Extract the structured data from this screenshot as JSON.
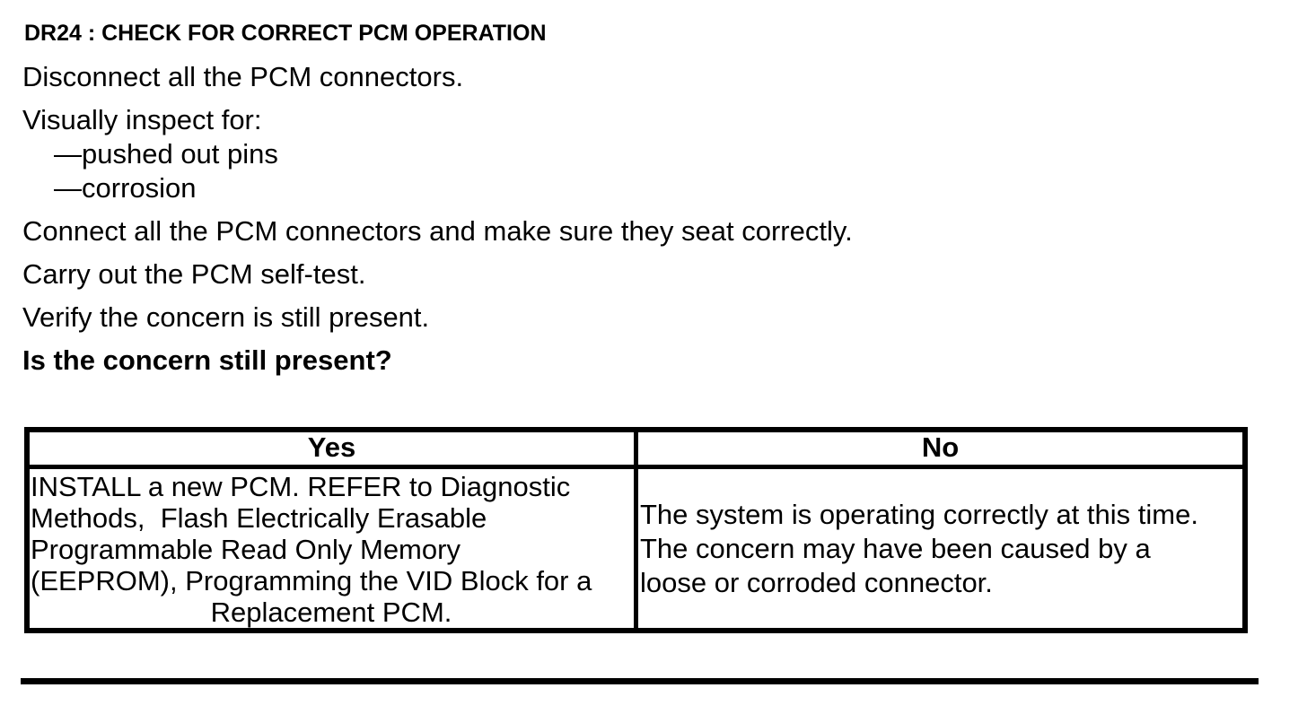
{
  "page": {
    "title": "DR24 : CHECK FOR CORRECT PCM OPERATION",
    "instructions": {
      "disconnect": "Disconnect all the PCM connectors.",
      "inspect_intro": "Visually inspect for:",
      "inspect_items": [
        "—pushed out pins",
        "—corrosion"
      ],
      "connect": "Connect all the PCM connectors and make sure they seat correctly.",
      "self_test": "Carry out the PCM self-test.",
      "verify": "Verify the concern is still present.",
      "question": "Is the concern still present?"
    },
    "decision_table": {
      "yes_header": "Yes",
      "no_header": "No",
      "yes_lines": [
        "INSTALL a new PCM. REFER to Diagnostic",
        "Methods,  Flash Electrically Erasable",
        "Programmable Read Only Memory",
        "(EEPROM), Programming the VID Block for a",
        "Replacement PCM."
      ],
      "no_lines": [
        "The system is operating correctly at this time.",
        "The concern may have been caused by a",
        "loose or corroded connector."
      ]
    },
    "colors": {
      "text": "#000000",
      "background": "#ffffff",
      "table_border": "#000000"
    }
  }
}
